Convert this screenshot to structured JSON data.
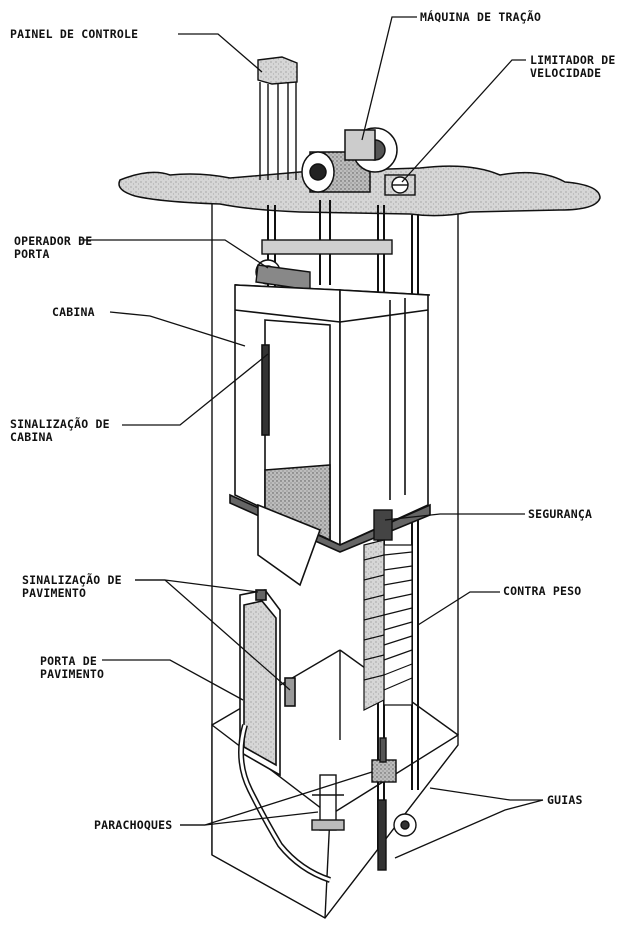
{
  "labels": {
    "painel": "PAINEL DE CONTROLE",
    "maquina": "MÁQUINA DE TRAÇÃO",
    "limitador": "LIMITADOR DE\nVELOCIDADE",
    "operador": "OPERADOR DE\nPORTA",
    "cabina": "CABINA",
    "sinal_cabina": "SINALIZAÇÃO DE\nCABINA",
    "seguranca": "SEGURANÇA",
    "sinal_pavimento": "SINALIZAÇÃO DE\nPAVIMENTO",
    "contra_peso": "CONTRA PESO",
    "porta_pavimento": "PORTA DE\nPAVIMENTO",
    "guias": "GUIAS",
    "parachoques": "PARACHOQUES"
  },
  "colors": {
    "ink": "#111111",
    "shade": "#9a9a9a",
    "light": "#d8d8d8",
    "dark": "#555555"
  }
}
